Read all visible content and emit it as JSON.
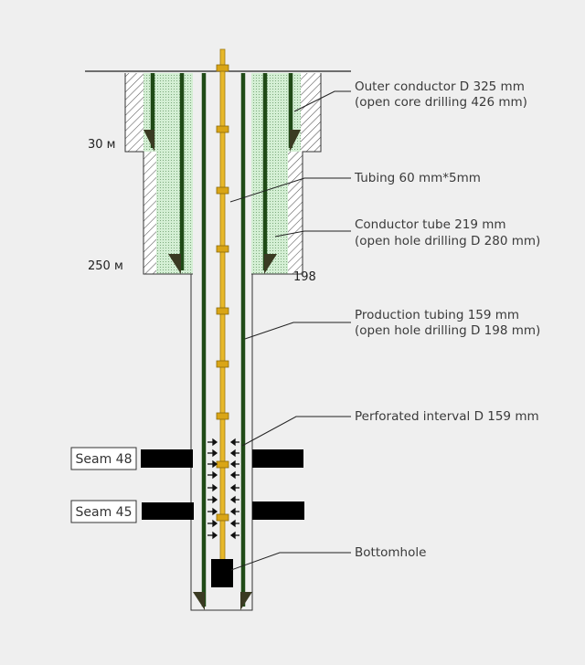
{
  "depths": {
    "top": "30 м",
    "mid": "250 м",
    "diameter_note": "198"
  },
  "callouts": {
    "outer_conductor": {
      "line1": "Outer conductor D 325 mm",
      "line2": "(open core drilling 426 mm)"
    },
    "tubing": {
      "line1": "Tubing 60 mm*5mm"
    },
    "conductor_tube": {
      "line1": "Conductor tube 219 mm",
      "line2": "(open hole drilling D 280 mm)"
    },
    "production_tubing": {
      "line1": "Production tubing 159 mm",
      "line2": "(open hole drilling D 198 mm)"
    },
    "perforated": {
      "line1": "Perforated interval D 159 mm"
    },
    "bottomhole": {
      "line1": "Bottomhole"
    }
  },
  "seams": [
    {
      "label": "Seam 48"
    },
    {
      "label": "Seam 45"
    }
  ],
  "colors": {
    "casing": "#1f4a16",
    "cement": "#cfeccf",
    "tubing": "#e7b82a",
    "coupling": "#d9a516",
    "hatch": "#444444",
    "shoe": "#3a3a22",
    "seam_bar": "#000000",
    "leader": "#222222"
  }
}
